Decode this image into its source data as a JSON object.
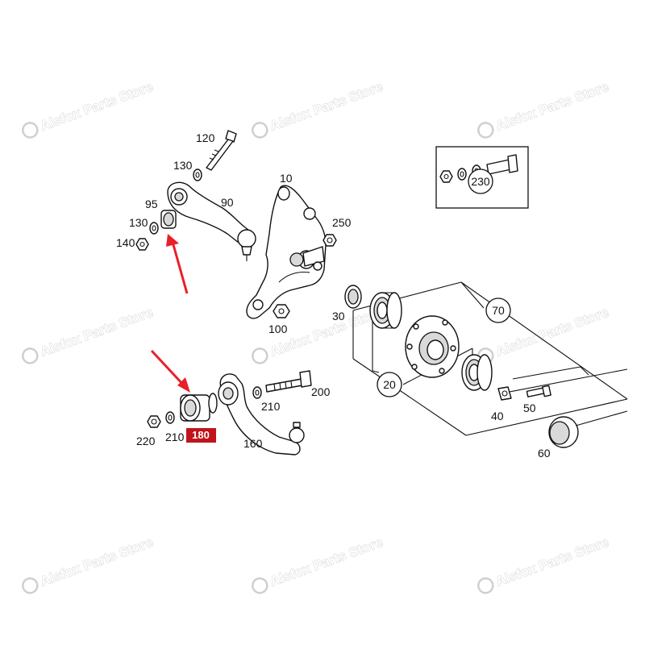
{
  "watermark": {
    "text": "Alsfox Parts Store"
  },
  "labels": {
    "p120": "120",
    "p130a": "130",
    "p95": "95",
    "p90": "90",
    "p130b": "130",
    "p140": "140",
    "p10": "10",
    "p250": "250",
    "p100": "100",
    "p30": "30",
    "p70": "70",
    "p20": "20",
    "p230": "230",
    "p40": "40",
    "p50": "50",
    "p60": "60",
    "p200": "200",
    "p210a": "210",
    "p220": "220",
    "p210b": "210",
    "p180": "180",
    "p160": "160"
  },
  "colors": {
    "arrow": "#e8202a",
    "badge": "#c0141c",
    "ink": "#111111"
  },
  "icons": [
    "callout-arrow-icon",
    "bolt-icon",
    "nut-icon",
    "washer-icon",
    "bushing-icon",
    "bearing-icon",
    "hub-icon",
    "dust-cap-icon"
  ]
}
